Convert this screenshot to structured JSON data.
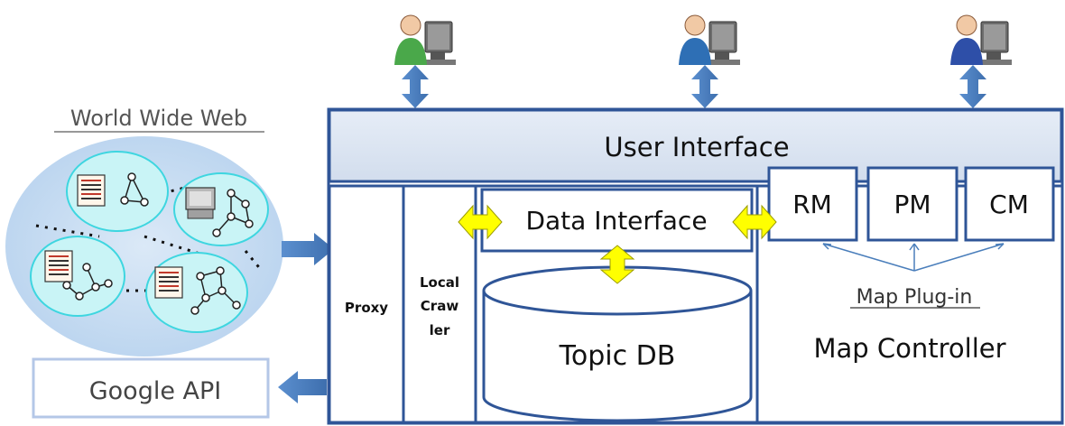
{
  "web": {
    "title": "World Wide Web"
  },
  "google": {
    "label": "Google API"
  },
  "ui": {
    "label": "User Interface"
  },
  "proxy": {
    "label": "Proxy"
  },
  "crawler": {
    "line1": "Local",
    "line2": "Craw",
    "line3": "ler"
  },
  "data_interface": {
    "label": "Data Interface"
  },
  "topic_db": {
    "label": "Topic DB"
  },
  "plugins": {
    "rm": "RM",
    "pm": "PM",
    "cm": "CM",
    "caption": "Map Plug-in"
  },
  "map_controller": {
    "label": "Map Controller"
  },
  "colors": {
    "frame": "#2f5597",
    "ui_fill": "#dde6f2",
    "arrow_blue": "#4a7ebb",
    "arrow_yellow": "#ffff00",
    "web_fill": "#c7ddf2",
    "node_fill": "#ccf6f8",
    "google_border": "#b4c7e7"
  },
  "icons": [
    "user-at-computer-icon",
    "document-icon",
    "monitor-icon"
  ]
}
